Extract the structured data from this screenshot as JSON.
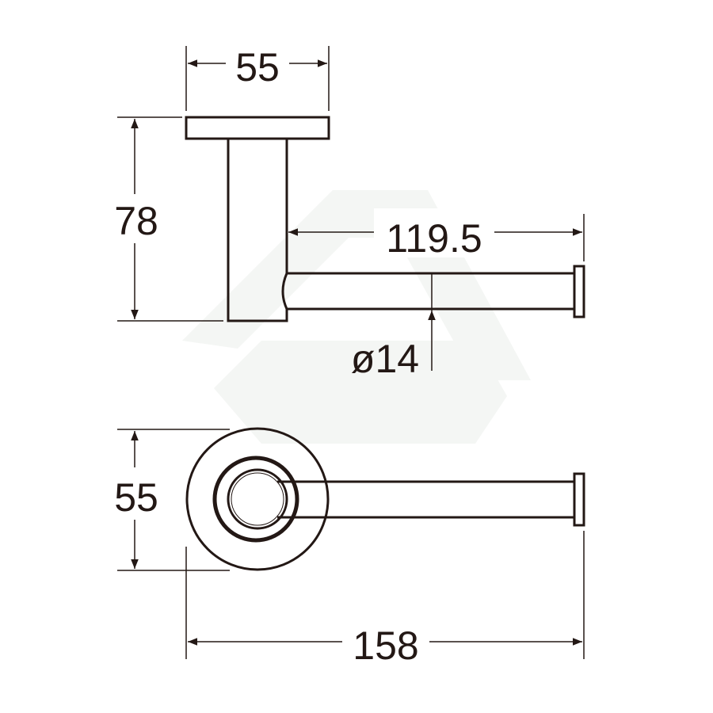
{
  "drawing": {
    "colors": {
      "line": "#231815",
      "watermark": "#f3f5f3"
    },
    "side_view": {
      "base_width": "55",
      "height": "78",
      "arm_length": "119.5",
      "arm_diameter": "ø14"
    },
    "top_view": {
      "base_diameter": "55",
      "overall_length": "158"
    }
  }
}
